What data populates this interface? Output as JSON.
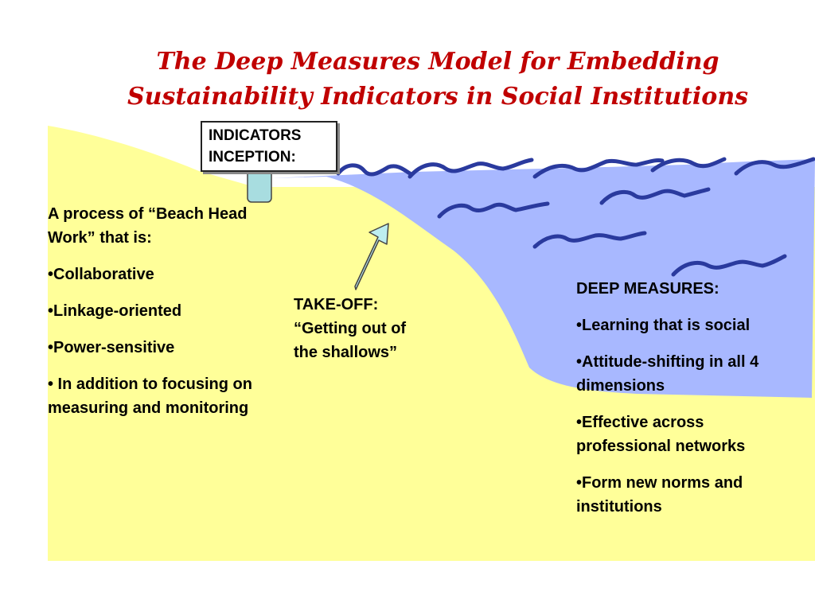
{
  "title": {
    "line1": "The Deep Measures Model for Embedding",
    "line2": "Sustainability Indicators in Social Institutions"
  },
  "inception": {
    "line1": "INDICATORS",
    "line2": "INCEPTION:"
  },
  "left_block": {
    "intro": "A process of “Beach Head Work” that is:",
    "bullets": [
      "•Collaborative",
      "•Linkage-oriented",
      "•Power-sensitive",
      "• In addition to focusing on measuring and monitoring"
    ]
  },
  "takeoff": {
    "text": "TAKE-OFF: “Getting out of the shallows”"
  },
  "deep_block": {
    "heading": "DEEP MEASURES:",
    "bullets": [
      "•Learning that is social",
      "•Attitude-shifting in all 4 dimensions",
      "•Effective across professional networks",
      "•Form new norms and institutions"
    ]
  },
  "colors": {
    "sand": "#ffff99",
    "water": "#a8b8ff",
    "wave": "#2a3a9e",
    "title": "#c00000"
  }
}
